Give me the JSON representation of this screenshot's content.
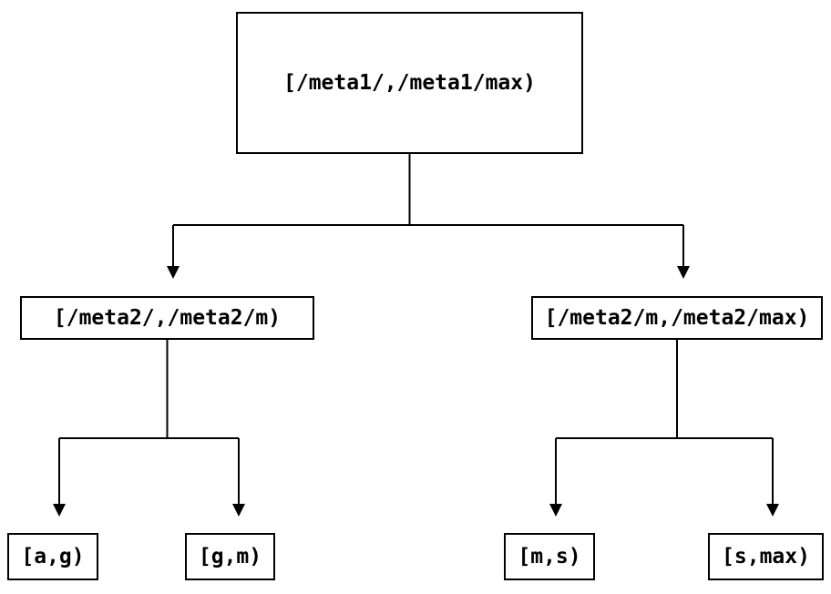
{
  "diagram": {
    "type": "tree",
    "description": "Interval partition tree with arrowed connectors",
    "colors": {
      "background": "#ffffff",
      "line": "#000000",
      "text": "#000000"
    },
    "nodes": {
      "root": {
        "label": "[/meta1/,/meta1/max)"
      },
      "left": {
        "label": "[/meta2/,/meta2/m)"
      },
      "right": {
        "label": "[/meta2/m,/meta2/max)"
      },
      "leaf_ag": {
        "label": "[a,g)"
      },
      "leaf_gm": {
        "label": "[g,m)"
      },
      "leaf_ms": {
        "label": "[m,s)"
      },
      "leaf_smax": {
        "label": "[s,max)"
      }
    },
    "edges": [
      {
        "from": "root",
        "to": "left"
      },
      {
        "from": "root",
        "to": "right"
      },
      {
        "from": "left",
        "to": "leaf_ag"
      },
      {
        "from": "left",
        "to": "leaf_gm"
      },
      {
        "from": "right",
        "to": "leaf_ms"
      },
      {
        "from": "right",
        "to": "leaf_smax"
      }
    ]
  }
}
